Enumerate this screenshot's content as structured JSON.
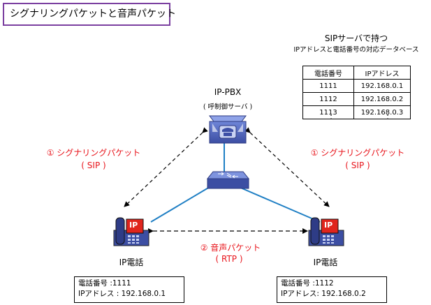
{
  "title": "シグナリングパケットと音声パケット",
  "pbx": {
    "name": "IP-PBX",
    "role": "( 呼制御サーバ )"
  },
  "sip_table": {
    "heading": "SIPサーバで持つ",
    "subheading": "IPアドレスと電話番号の対応データベース",
    "columns": [
      "電話番号",
      "IPアドレス"
    ],
    "rows": [
      [
        "1111",
        "192.168.0.1"
      ],
      [
        "1112",
        "192.168.0.2"
      ],
      [
        "1113",
        "192.168.0.3"
      ]
    ],
    "ellipsis": ":"
  },
  "signaling_left": {
    "label": "① シグナリングパケット",
    "protocol": "( SIP )"
  },
  "signaling_right": {
    "label": "① シグナリングパケット",
    "protocol": "( SIP )"
  },
  "voice": {
    "label": "② 音声パケット",
    "protocol": "( RTP )"
  },
  "phone_left": {
    "name": "IP電話",
    "badge": "IP",
    "number_line": "電話番号 :1111",
    "ip_line": "IPアドレス : 192.168.0.1"
  },
  "phone_right": {
    "name": "IP電話",
    "badge": "IP",
    "number_line": "電話番号 :1112",
    "ip_line": "IPアドレス: 192.168.0.2"
  },
  "colors": {
    "title_border": "#7b3fa0",
    "accent_red": "#e8141b",
    "link_blue": "#1f7fc4",
    "device_blue": "#3d4fa6",
    "badge_red": "#e0241c"
  }
}
